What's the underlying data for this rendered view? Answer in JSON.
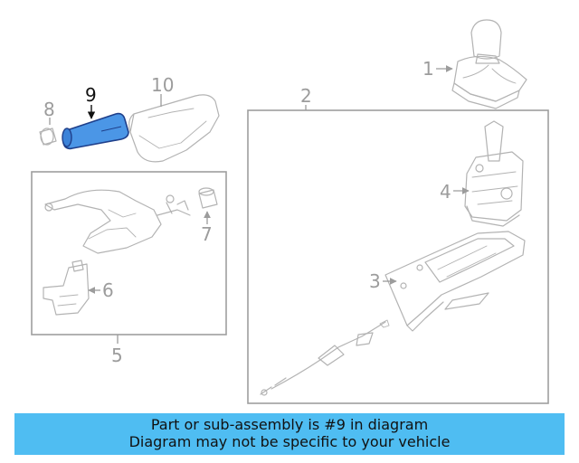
{
  "diagram": {
    "callouts": [
      "1",
      "2",
      "3",
      "4",
      "5",
      "6",
      "7",
      "8",
      "9",
      "10"
    ],
    "highlighted_callout": "9"
  },
  "banner": {
    "line1": "Part or sub-assembly is #9 in diagram",
    "line2": "Diagram may not be specific to your vehicle"
  },
  "colors": {
    "banner_background": "#4fbdf2",
    "highlighted_part": "#4b96e6",
    "line_art": "#b3b3b3",
    "callout_text": "#9c9c9c"
  }
}
